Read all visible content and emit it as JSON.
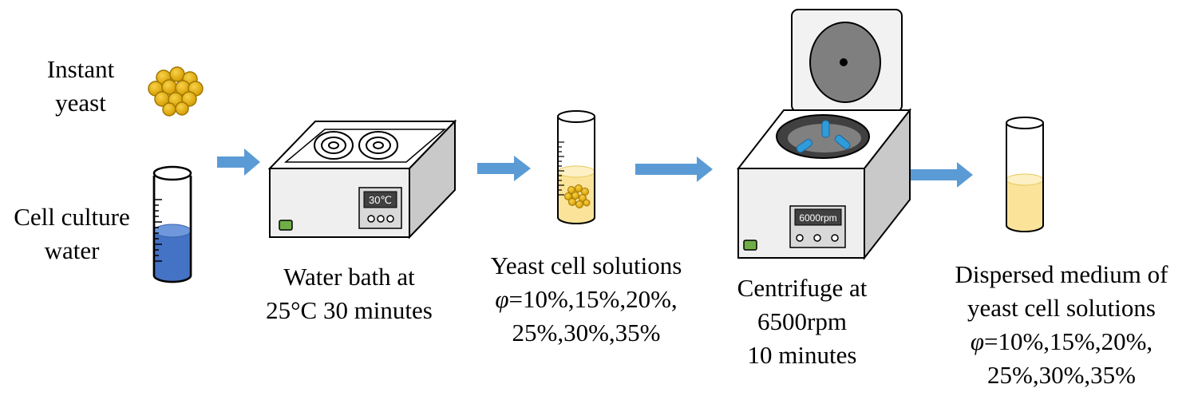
{
  "labels": {
    "instant_yeast": [
      "Instant",
      "yeast"
    ],
    "cell_culture_water": [
      "Cell culture",
      "water"
    ],
    "water_bath": [
      "Water bath at",
      "25°C 30 minutes"
    ],
    "yeast_solutions": {
      "title": "Yeast cell solutions",
      "phi_symbol": "φ",
      "line2_rest": "=10%,15%,20%,",
      "line3": "25%,30%,35%"
    },
    "centrifuge": [
      "Centrifuge at",
      "6500rpm",
      "10 minutes"
    ],
    "dispersed": {
      "line1": "Dispersed medium of",
      "line2": "yeast cell solutions",
      "phi_symbol": "φ",
      "line3_rest": "=10%,15%,20%,",
      "line4": "25%,30%,35%"
    }
  },
  "displays": {
    "water_bath_temp": "30℃",
    "centrifuge_speed": "6000rpm"
  },
  "colors": {
    "arrow": "#5b9bd5",
    "water": "#4472c4",
    "yeast": "#e8b010",
    "yeast_outline": "#a07800",
    "solution": "#fbe39a",
    "machine_front": "#efefef",
    "machine_top": "#ffffff",
    "machine_side": "#c9c9c9",
    "display": "#404040",
    "button_green": "#70ad47",
    "lid": "#f2f2f2",
    "rotor": "#7f7f7f",
    "tube_blue": "#2f9bdb"
  }
}
